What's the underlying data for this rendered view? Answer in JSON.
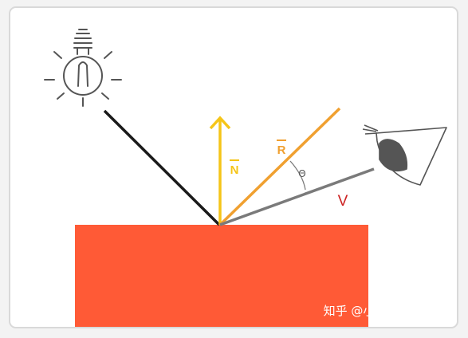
{
  "diagram": {
    "normal_label": "N",
    "reflect_label": "R",
    "view_label": "V",
    "angle_label": "Θ"
  },
  "colors": {
    "surface": "#ff5a36",
    "normal": "#f5c518",
    "reflect": "#f0a030",
    "view": "#7a7a7a",
    "incident": "#1a1a1a",
    "view_label": "#cc2222",
    "icon": "#555555"
  },
  "icons": [
    "light-bulb-icon",
    "eye-icon"
  ],
  "watermark": "知乎 @小菠萝的IT之旅"
}
